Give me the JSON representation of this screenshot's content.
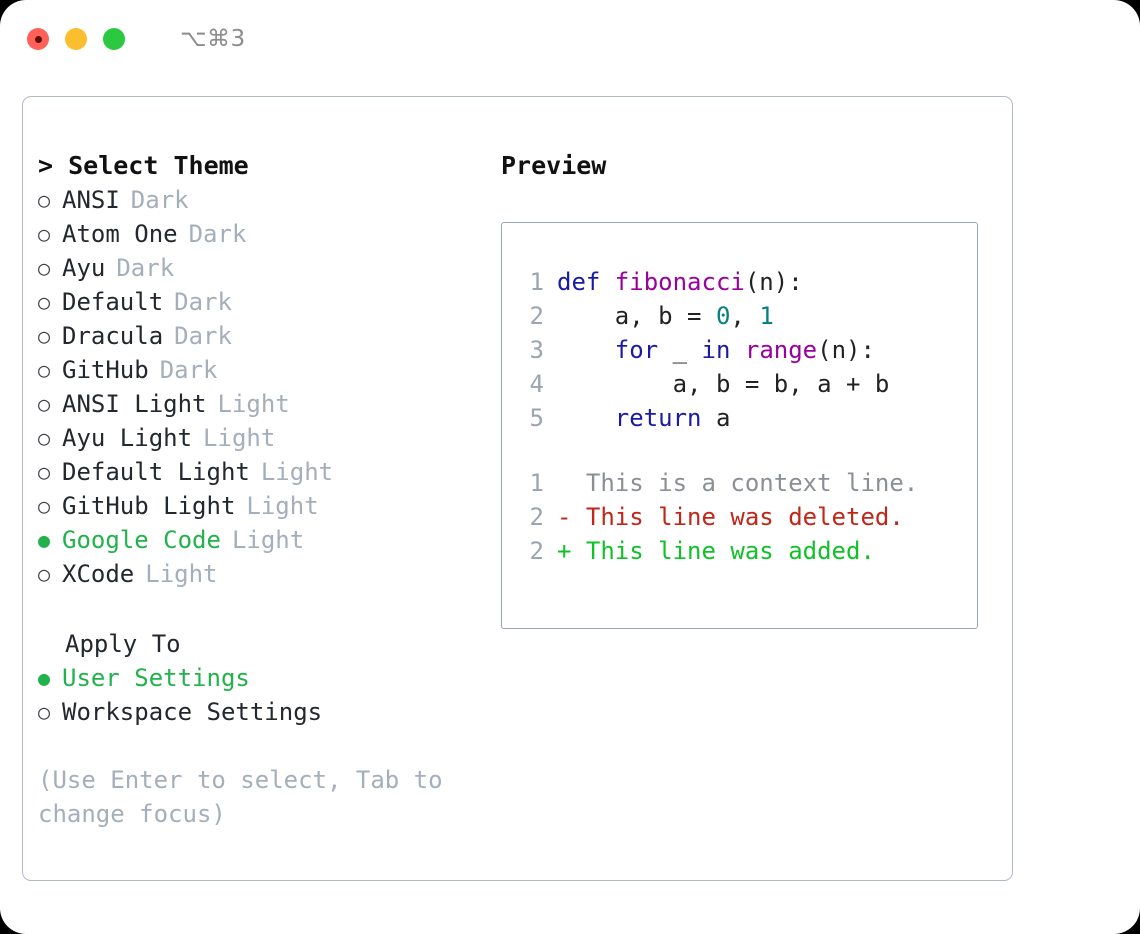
{
  "titlebar": {
    "shortcut": "⌥⌘3",
    "lights": [
      "close-light",
      "minimize-light",
      "zoom-light"
    ]
  },
  "left": {
    "title": "> Select Theme",
    "themes": [
      {
        "bullet": "○",
        "name": "ANSI",
        "variant": "Dark",
        "selected": false
      },
      {
        "bullet": "○",
        "name": "Atom One",
        "variant": "Dark",
        "selected": false
      },
      {
        "bullet": "○",
        "name": "Ayu",
        "variant": "Dark",
        "selected": false
      },
      {
        "bullet": "○",
        "name": "Default",
        "variant": "Dark",
        "selected": false
      },
      {
        "bullet": "○",
        "name": "Dracula",
        "variant": "Dark",
        "selected": false
      },
      {
        "bullet": "○",
        "name": "GitHub",
        "variant": "Dark",
        "selected": false
      },
      {
        "bullet": "○",
        "name": "ANSI Light",
        "variant": "Light",
        "selected": false
      },
      {
        "bullet": "○",
        "name": "Ayu Light",
        "variant": "Light",
        "selected": false
      },
      {
        "bullet": "○",
        "name": "Default Light",
        "variant": "Light",
        "selected": false
      },
      {
        "bullet": "○",
        "name": "GitHub Light",
        "variant": "Light",
        "selected": false
      },
      {
        "bullet": "●",
        "name": "Google Code",
        "variant": "Light",
        "selected": true
      },
      {
        "bullet": "○",
        "name": "XCode",
        "variant": "Light",
        "selected": false
      }
    ],
    "apply_to_label": "Apply To",
    "apply_to": [
      {
        "bullet": "●",
        "name": "User Settings",
        "selected": true
      },
      {
        "bullet": "○",
        "name": "Workspace Settings",
        "selected": false
      }
    ],
    "hint": "(Use Enter to select, Tab to change focus)"
  },
  "right": {
    "title": "Preview",
    "code_lines": [
      {
        "n": "1",
        "tokens": [
          {
            "t": "def ",
            "c": "kw"
          },
          {
            "t": "fibonacci",
            "c": "fn"
          },
          {
            "t": "(n):",
            "c": "pln"
          }
        ]
      },
      {
        "n": "2",
        "tokens": [
          {
            "t": "    a, b = ",
            "c": "pln"
          },
          {
            "t": "0",
            "c": "num"
          },
          {
            "t": ", ",
            "c": "pln"
          },
          {
            "t": "1",
            "c": "num"
          }
        ]
      },
      {
        "n": "3",
        "tokens": [
          {
            "t": "    ",
            "c": "pln"
          },
          {
            "t": "for",
            "c": "kw"
          },
          {
            "t": " _ ",
            "c": "pln"
          },
          {
            "t": "in",
            "c": "kw"
          },
          {
            "t": " ",
            "c": "pln"
          },
          {
            "t": "range",
            "c": "fn"
          },
          {
            "t": "(n):",
            "c": "pln"
          }
        ]
      },
      {
        "n": "4",
        "tokens": [
          {
            "t": "        a, b = b, a + b",
            "c": "pln"
          }
        ]
      },
      {
        "n": "5",
        "tokens": [
          {
            "t": "    ",
            "c": "pln"
          },
          {
            "t": "return",
            "c": "kw"
          },
          {
            "t": " a",
            "c": "pln"
          }
        ]
      }
    ],
    "diff_lines": [
      {
        "n": "1",
        "marker": "  ",
        "text": "This is a context line.",
        "kind": "ctx"
      },
      {
        "n": "2",
        "marker": "- ",
        "text": "This line was deleted.",
        "kind": "del"
      },
      {
        "n": "2",
        "marker": "+ ",
        "text": "This line was added.",
        "kind": "add"
      }
    ]
  },
  "colors": {
    "accent_green": "#22b24c",
    "muted_gray": "#a5aebb",
    "keyword_blue": "#1a1aa6",
    "function_magenta": "#99009e",
    "number_teal": "#068080",
    "diff_deleted_red": "#c1261a",
    "diff_added_green": "#12c12a",
    "border_gray": "#b2bac6"
  }
}
